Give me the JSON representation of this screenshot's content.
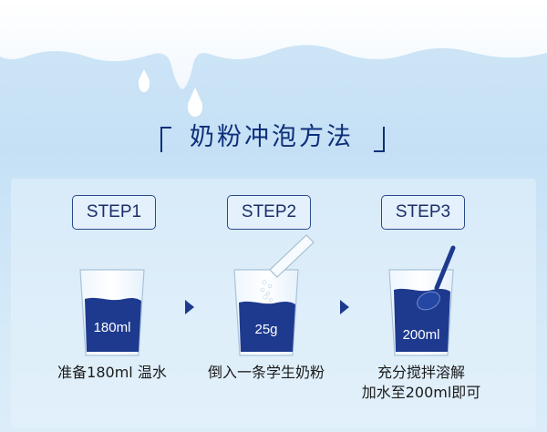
{
  "title": "奶粉冲泡方法",
  "steps": [
    {
      "badge": "STEP1",
      "cup_label": "180ml",
      "caption_lines": [
        "准备180ml 温水"
      ]
    },
    {
      "badge": "STEP2",
      "cup_label": "25g",
      "caption_lines": [
        "倒入一条学生奶粉"
      ]
    },
    {
      "badge": "STEP3",
      "cup_label": "200ml",
      "caption_lines": [
        "充分搅拌溶解",
        "加水至200ml即可"
      ]
    }
  ],
  "colors": {
    "accent": "#0d2f7a",
    "liquid": "#1e3a8f",
    "background": "#cfe6f7"
  },
  "icons": [
    "milk-splash",
    "arrow-right-icon",
    "cup-icon",
    "powder-stick-icon",
    "spoon-icon"
  ]
}
